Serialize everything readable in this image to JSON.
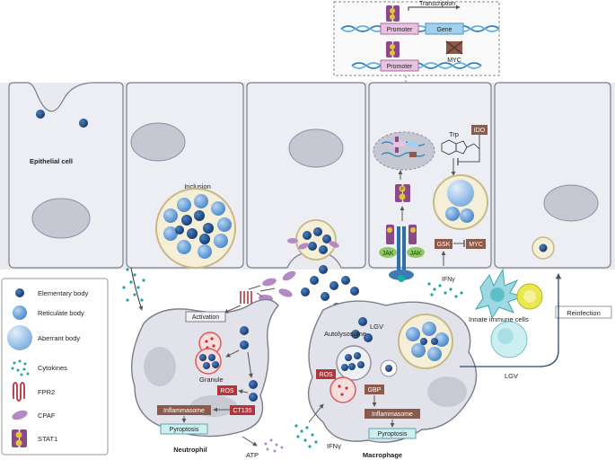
{
  "promoter_panel": {
    "transcription": "Transcription",
    "promoter_1": "Promoter",
    "gene": "Gene",
    "promoter_2": "Promoter",
    "myc": "MYC"
  },
  "epithelium": {
    "epithelial_cell": "Epithelial cell",
    "inclusion": "Inclusion"
  },
  "signalling": {
    "trp": "Trp",
    "ido": "IDO",
    "gsk": "GSK",
    "myc": "MYC",
    "jak_left": "JAK",
    "jak_right": "JAK",
    "ifn_gamma_top": "IFNγ",
    "p": "P"
  },
  "neutrophil": {
    "activation": "Activation",
    "granule": "Granule",
    "ros": "ROS",
    "inflammasome": "Inflammasome",
    "ct135": "CT135",
    "pyroptosis": "Pyroptosis",
    "title": "Neutrophil",
    "atp": "ATP"
  },
  "macrophage": {
    "autolysosome": "Autolysosome",
    "lgv": "LGV",
    "ros": "ROS",
    "gbp": "GBP",
    "inflammasome": "Inflammasome",
    "pyroptosis": "Pyroptosis",
    "title": "Macrophage",
    "ifn_gamma": "IFNγ"
  },
  "right_panel": {
    "innate_immune_cells": "Innate immune cells",
    "reinfection": "Reinfection",
    "lgv": "LGV"
  },
  "legend": {
    "items": [
      {
        "label": "Elementary body",
        "icon": "elementary-body-icon"
      },
      {
        "label": "Reticulate body",
        "icon": "reticulate-body-icon"
      },
      {
        "label": "Aberrant body",
        "icon": "aberrant-body-icon"
      },
      {
        "label": "Cytokines",
        "icon": "cytokines-icon"
      },
      {
        "label": "FPR2",
        "icon": "fpr2-icon"
      },
      {
        "label": "CPAF",
        "icon": "cpaf-icon"
      },
      {
        "label": "STAT1",
        "icon": "stat1-icon"
      }
    ]
  },
  "colors": {
    "cell_fill": "#e7e8ee",
    "cell_stroke": "#7b7d8c",
    "eb_blue": "#1f4e8c",
    "rb_blue": "#6fa6dc",
    "cytokine_teal": "#1fa6a0",
    "ros_red": "#b5343a",
    "brown_box": "#8b5a4a",
    "pyroptosis_teal": "#cfeef0",
    "cpaf_purple": "#b48ac4",
    "stat_purple": "#8a4a8a"
  }
}
